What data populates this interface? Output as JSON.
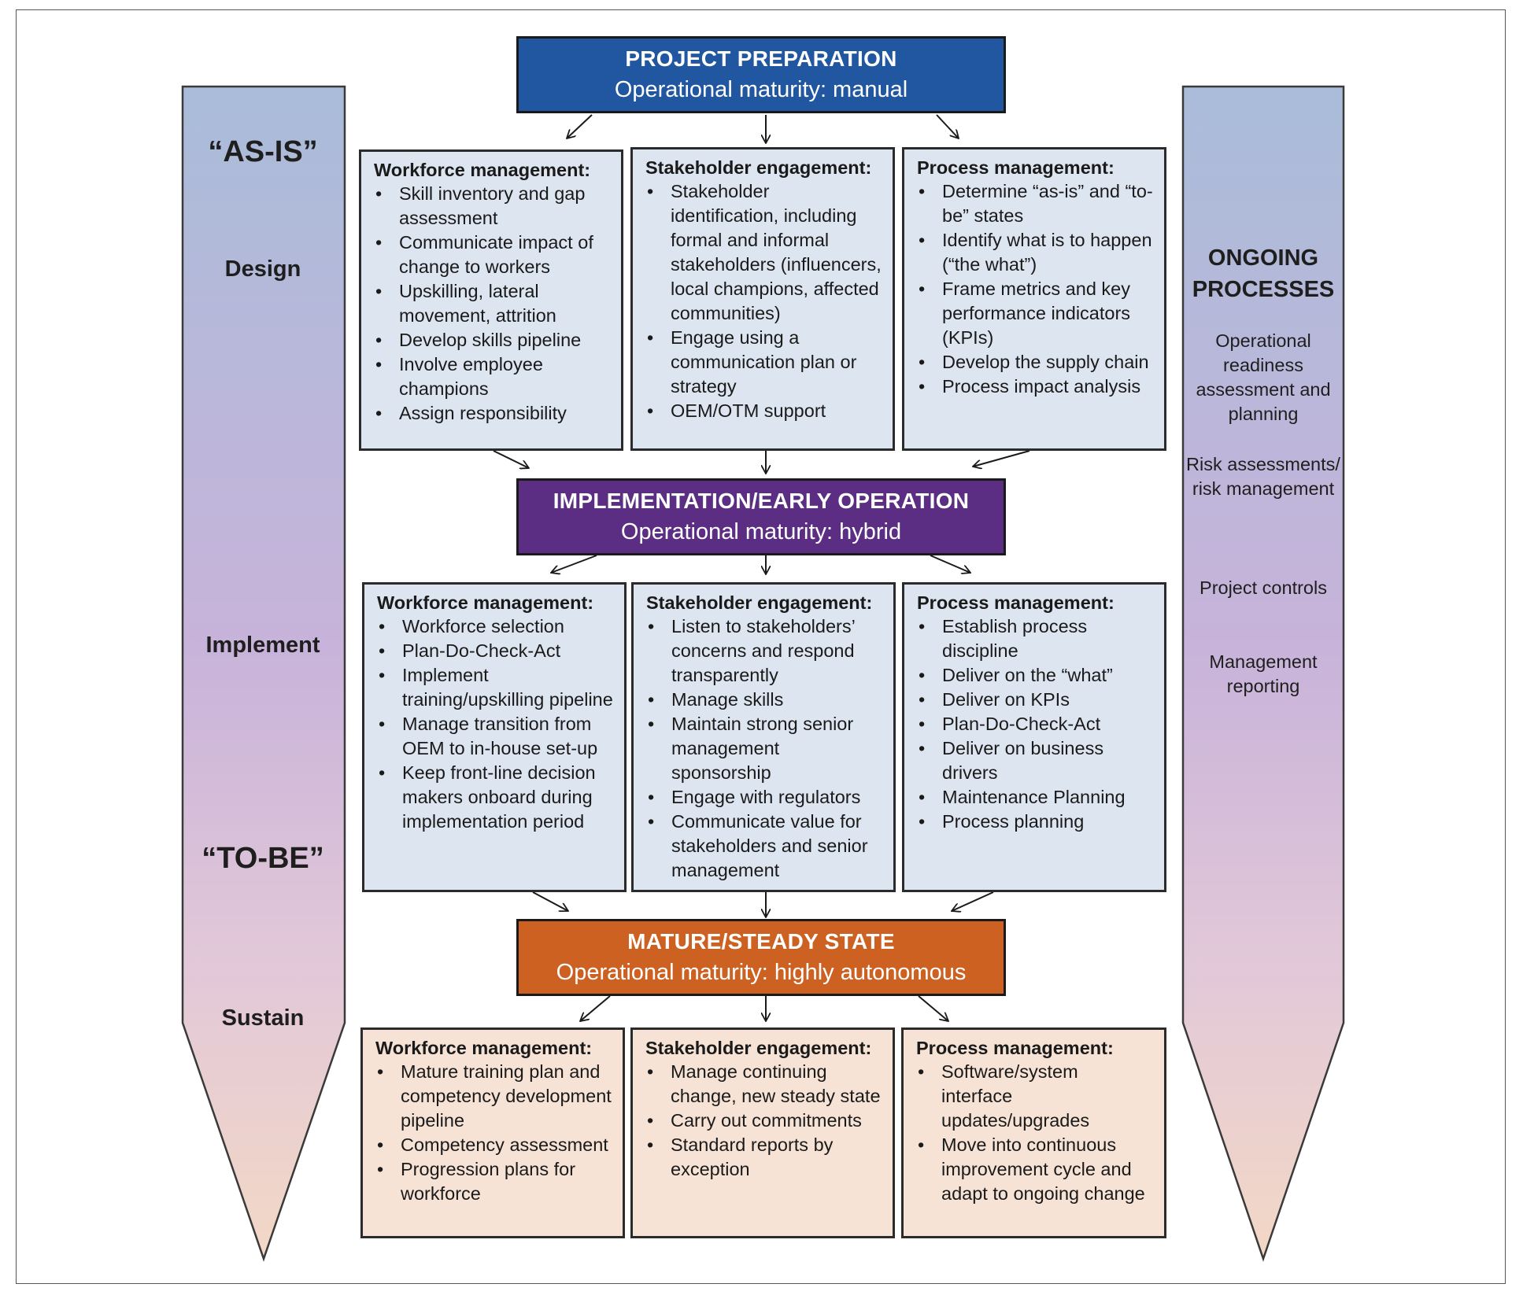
{
  "left_arrow": {
    "as_is": "“AS-IS”",
    "design": "Design",
    "implement": "Implement",
    "to_be": "“TO-BE”",
    "sustain": "Sustain"
  },
  "right_arrow": {
    "title_line1": "ONGOING",
    "title_line2": "PROCESSES",
    "items": [
      "Operational readiness assessment and planning",
      "Risk assessments/ risk management",
      "Project controls",
      "Management reporting"
    ]
  },
  "colors": {
    "phase1": "#2156a0",
    "phase2": "#5b2e84",
    "phase3": "#cd6122",
    "arrow_top": "#a9bcd9",
    "arrow_mid": "#c8b3da",
    "arrow_bottom": "#f3d8c6",
    "box_light": "#dde5f0",
    "box_peach": "#f7e3d5"
  },
  "phases": [
    {
      "title": "PROJECT PREPARATION",
      "subtitle": "Operational maturity: manual",
      "boxes": [
        {
          "title": "Workforce management:",
          "items": [
            "Skill inventory and gap assessment",
            "Communicate impact of change to workers",
            "Upskilling, lateral movement, attrition",
            "Develop skills pipeline",
            "Involve employee champions",
            "Assign responsibility"
          ]
        },
        {
          "title": "Stakeholder engagement:",
          "items": [
            "Stakeholder identification, including formal and informal stakeholders (influencers, local champions, affected communities)",
            "Engage using a communication plan or strategy",
            "OEM/OTM support"
          ]
        },
        {
          "title": "Process management:",
          "items": [
            "Determine “as-is” and “to-be” states",
            "Identify what is to happen (“the what”)",
            "Frame metrics and key performance indicators (KPIs)",
            "Develop the supply chain",
            "Process impact analysis"
          ]
        }
      ]
    },
    {
      "title": "IMPLEMENTATION/EARLY OPERATION",
      "subtitle": "Operational maturity: hybrid",
      "boxes": [
        {
          "title": "Workforce management:",
          "items": [
            "Workforce selection",
            "Plan-Do-Check-Act",
            "Implement training/upskilling pipeline",
            "Manage transition from OEM to in-house set-up",
            "Keep front-line decision makers onboard during implementation period"
          ]
        },
        {
          "title": "Stakeholder engagement:",
          "items": [
            "Listen to stakeholders’ concerns and respond transparently",
            "Manage skills",
            "Maintain strong senior management sponsorship",
            "Engage with regulators",
            "Communicate value for stakeholders and senior management"
          ]
        },
        {
          "title": "Process management:",
          "items": [
            "Establish process discipline",
            "Deliver on the “what”",
            "Deliver on KPIs",
            "Plan-Do-Check-Act",
            "Deliver on business drivers",
            "Maintenance Planning",
            "Process planning"
          ]
        }
      ]
    },
    {
      "title": "MATURE/STEADY STATE",
      "subtitle": "Operational maturity: highly autonomous",
      "boxes": [
        {
          "title": "Workforce management:",
          "items": [
            "Mature training plan and competency development pipeline",
            "Competency assessment",
            "Progression plans for workforce"
          ]
        },
        {
          "title": "Stakeholder engagement:",
          "items": [
            "Manage continuing change, new steady state",
            "Carry out commitments",
            "Standard reports by exception"
          ]
        },
        {
          "title": "Process management:",
          "items": [
            "Software/system interface updates/upgrades",
            "Move into continuous improvement cycle and adapt to ongoing change"
          ]
        }
      ]
    }
  ]
}
